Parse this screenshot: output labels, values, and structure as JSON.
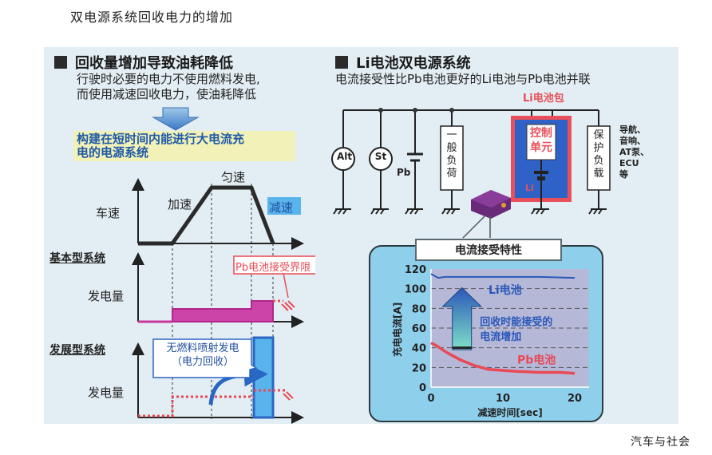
{
  "page_title": "双电源系统回收电力的增加",
  "footer": "汽车与社会",
  "colors": {
    "panel_bg": "#e3eef4",
    "accent_blue": "#2a66c4",
    "accent_red": "#e8505b",
    "magenta": "#c8379a",
    "callout_bg": "#f2f1b8"
  },
  "left": {
    "heading": "回收量增加导致油耗降低",
    "desc_line1": "行驶时必要的电力不使用燃料发电,",
    "desc_line2": "而使用减速回收电力，使油耗降低",
    "arrow_icon": "down-arrow-icon",
    "callout_line1": "构建在短时间内能进行大电流充",
    "callout_line2": "电的电源系统",
    "speed_chart": {
      "ylabel": "车速",
      "phase_accel": "加速",
      "phase_cruise": "匀速",
      "phase_decel": "减速"
    },
    "basic_system": {
      "title": "基本型系统",
      "ylabel": "发电量",
      "annotation": "Pb电池接受界限"
    },
    "advanced_system": {
      "title": "发展型系统",
      "ylabel": "发电量",
      "annotation_line1": "无燃料喷射发电",
      "annotation_line2": "（电力回收）"
    }
  },
  "right": {
    "heading": "Li电池双电源系统",
    "desc": "电流接受性比Pb电池更好的Li电池与Pb电池并联",
    "circuit": {
      "alt": "Alt",
      "st": "St",
      "pb": "Pb",
      "general_load": [
        "一",
        "般",
        "负",
        "荷"
      ],
      "li_pack_label": "Li电池包",
      "control_unit_line1": "控制",
      "control_unit_line2": "单元",
      "li": "Li",
      "protected_load": [
        "保",
        "护",
        "负",
        "载"
      ],
      "protected_items": [
        "导航、",
        "音响、",
        "AT泵、",
        "ECU",
        "等"
      ]
    },
    "chart_title": "电流接受特性"
  },
  "chart_data": {
    "type": "line",
    "title": "电流接受特性",
    "xlabel": "减速时间[sec]",
    "ylabel": "充电电流[A]",
    "xlim": [
      0,
      22
    ],
    "ylim": [
      0,
      120
    ],
    "xticks": [
      0,
      10,
      20
    ],
    "yticks": [
      0,
      20,
      40,
      60,
      80,
      100,
      120
    ],
    "grid": "horizontal-dashed",
    "series": [
      {
        "name": "Li电池",
        "color": "#2a58b8",
        "x": [
          0,
          1,
          2,
          5,
          10,
          15,
          20
        ],
        "y": [
          115,
          111,
          112,
          112,
          112,
          112,
          111
        ]
      },
      {
        "name": "Pb电池",
        "color": "#e84a55",
        "x": [
          0,
          1,
          2,
          3,
          4,
          5,
          6,
          7,
          8,
          10,
          12,
          15,
          18,
          20
        ],
        "y": [
          45,
          41,
          36,
          32,
          28,
          25,
          22,
          20,
          18,
          17,
          16,
          15,
          15,
          14
        ]
      }
    ],
    "annotation_line1": "回收时能接受的",
    "annotation_line2": "电流增加"
  }
}
